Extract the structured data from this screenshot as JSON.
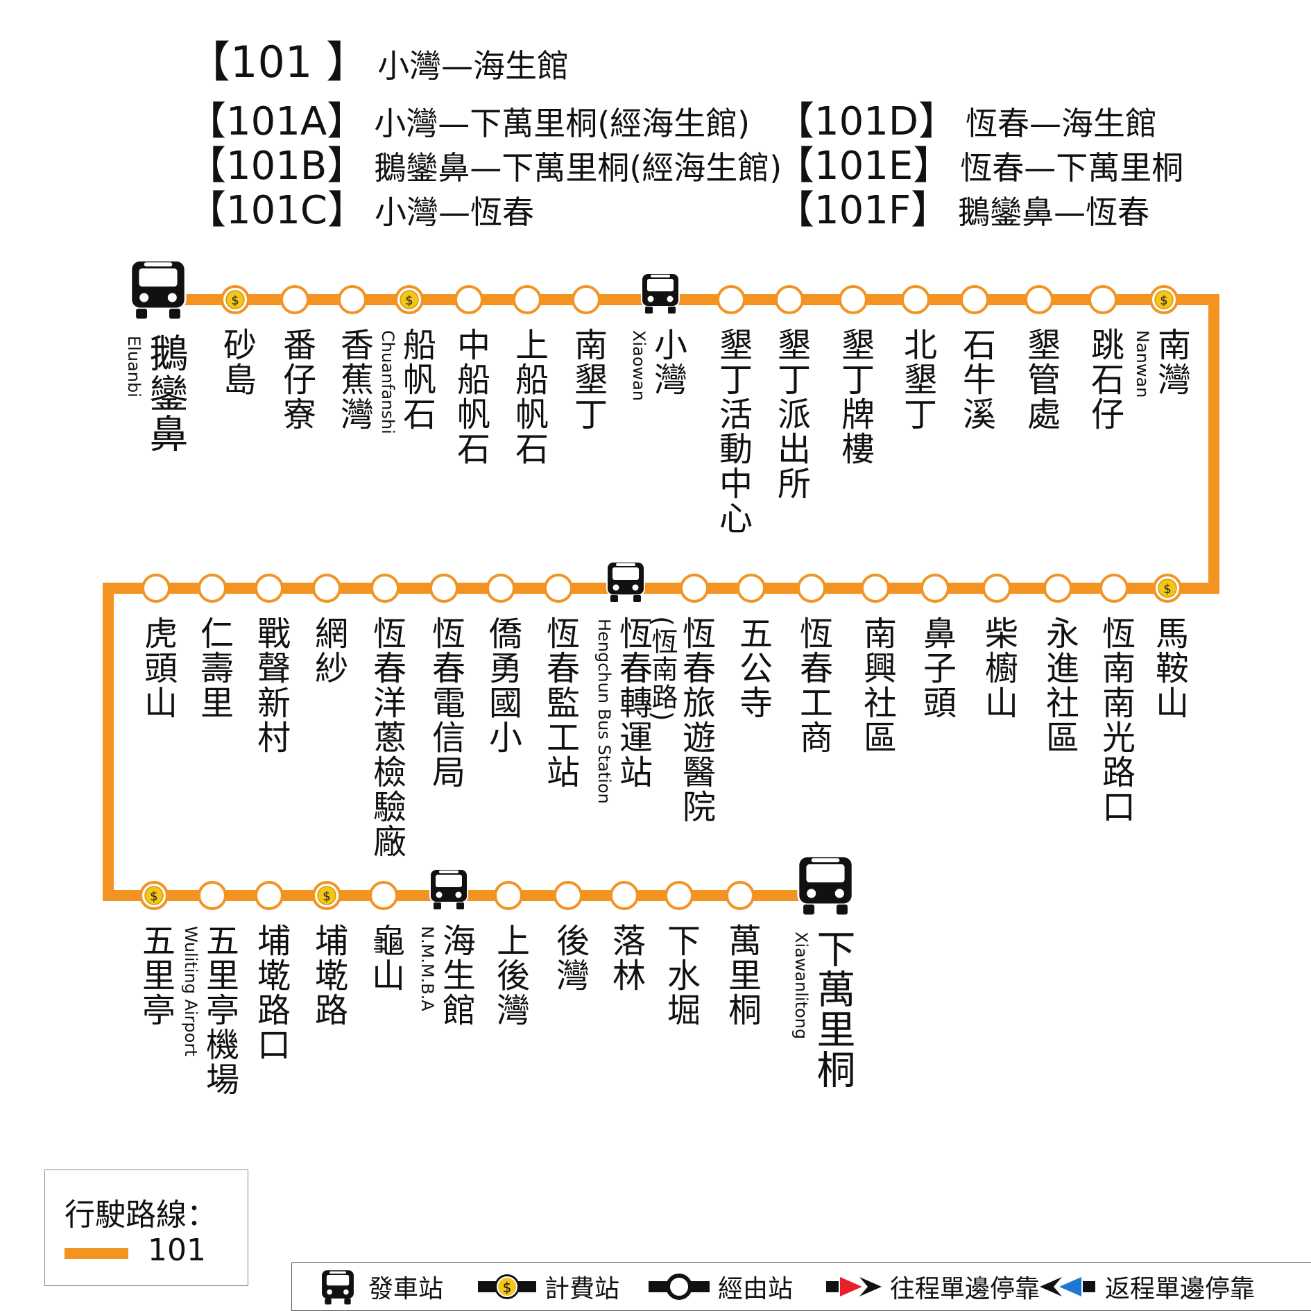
{
  "colors": {
    "route": "#F29322",
    "toll": "#F5C519",
    "outbound_marker": "#E8202A",
    "return_marker": "#1E78D2"
  },
  "routes": [
    {
      "code": "【101 】",
      "desc": "小灣—海生館"
    },
    {
      "code": "【101A】",
      "desc": "小灣—下萬里桐(經海生館)"
    },
    {
      "code": "【101B】",
      "desc": "鵝鑾鼻—下萬里桐(經海生館)"
    },
    {
      "code": "【101C】",
      "desc": "小灣—恆春"
    },
    {
      "code": "【101D】",
      "desc": "恆春—海生館"
    },
    {
      "code": "【101E】",
      "desc": "恆春—下萬里桐"
    },
    {
      "code": "【101F】",
      "desc": "鵝鑾鼻—恆春"
    }
  ],
  "stops_row1": [
    {
      "zh": "鵝鑾鼻",
      "en": "Eluanbi",
      "type": "terminal"
    },
    {
      "zh": "砂島",
      "type": "toll"
    },
    {
      "zh": "番仔寮",
      "type": "stop"
    },
    {
      "zh": "香蕉灣",
      "type": "stop"
    },
    {
      "zh": "船帆石",
      "en": "Chuanfanshi",
      "type": "toll"
    },
    {
      "zh": "中船帆石",
      "type": "stop"
    },
    {
      "zh": "上船帆石",
      "type": "stop"
    },
    {
      "zh": "南墾丁",
      "type": "stop"
    },
    {
      "zh": "小灣",
      "en": "Xiaowan",
      "type": "depot"
    },
    {
      "zh": "墾丁活動中心",
      "type": "stop"
    },
    {
      "zh": "墾丁派出所",
      "type": "stop"
    },
    {
      "zh": "墾丁牌樓",
      "type": "stop"
    },
    {
      "zh": "北墾丁",
      "type": "stop"
    },
    {
      "zh": "石牛溪",
      "type": "stop"
    },
    {
      "zh": "墾管處",
      "type": "stop"
    },
    {
      "zh": "跳石仔",
      "type": "stop"
    },
    {
      "zh": "南灣",
      "en": "Nanwan",
      "type": "toll"
    }
  ],
  "stops_row2": [
    {
      "zh": "虎頭山",
      "type": "stop"
    },
    {
      "zh": "仁壽里",
      "type": "stop"
    },
    {
      "zh": "戰聲新村",
      "type": "stop"
    },
    {
      "zh": "網紗",
      "type": "stop"
    },
    {
      "zh": "恆春洋蔥檢驗廠",
      "type": "stop"
    },
    {
      "zh": "恆春電信局",
      "type": "stop"
    },
    {
      "zh": "僑勇國小",
      "type": "stop"
    },
    {
      "zh": "恆春監工站",
      "type": "stop"
    },
    {
      "zh": "恆春轉運站",
      "en": "Hengchun Bus Station",
      "type": "depot"
    },
    {
      "zh": "恆春旅遊醫院",
      "zh2": "(恆南路)",
      "type": "stop"
    },
    {
      "zh": "五公寺",
      "type": "stop"
    },
    {
      "zh": "恆春工商",
      "type": "stop"
    },
    {
      "zh": "南興社區",
      "type": "stop"
    },
    {
      "zh": "鼻子頭",
      "type": "stop"
    },
    {
      "zh": "柴櫥山",
      "type": "stop"
    },
    {
      "zh": "永進社區",
      "type": "stop"
    },
    {
      "zh": "恆南南光路口",
      "type": "stop"
    },
    {
      "zh": "馬鞍山",
      "type": "toll"
    }
  ],
  "stops_row3": [
    {
      "zh": "五里亭",
      "type": "toll"
    },
    {
      "zh": "五里亭機場",
      "en": "Wuliting Airport",
      "type": "stop"
    },
    {
      "zh": "埔墘路口",
      "type": "stop"
    },
    {
      "zh": "埔墘路",
      "type": "toll"
    },
    {
      "zh": "龜山",
      "type": "stop"
    },
    {
      "zh": "海生館",
      "en": "N.M.M.B.A",
      "type": "depot"
    },
    {
      "zh": "上後灣",
      "type": "stop"
    },
    {
      "zh": "後灣",
      "type": "stop"
    },
    {
      "zh": "落林",
      "type": "stop"
    },
    {
      "zh": "下水堀",
      "type": "stop"
    },
    {
      "zh": "萬里桐",
      "type": "stop"
    },
    {
      "zh": "下萬里桐",
      "en": "Xiawanlitong",
      "type": "terminal"
    }
  ],
  "legend": {
    "title": "行駛路線：",
    "route": "101"
  },
  "symbols": {
    "depot": "發車站",
    "toll": "計費站",
    "stop": "經由站",
    "outbound": "往程單邊停靠",
    "return": "返程單邊停靠"
  }
}
